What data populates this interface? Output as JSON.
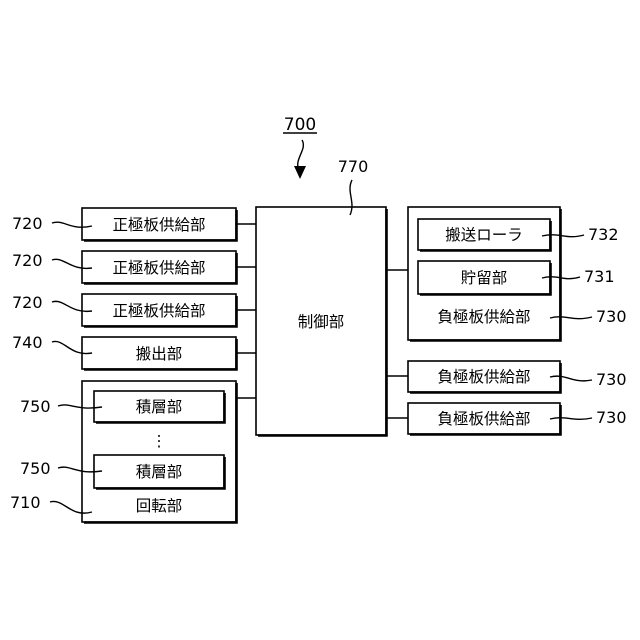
{
  "figure": {
    "ref": "700"
  },
  "control": {
    "label": "制御部",
    "ref": "770"
  },
  "cathode_supplies": [
    {
      "label": "正極板供給部",
      "ref": "720"
    },
    {
      "label": "正極板供給部",
      "ref": "720"
    },
    {
      "label": "正極板供給部",
      "ref": "720"
    }
  ],
  "unloading": {
    "label": "搬出部",
    "ref": "740"
  },
  "rotation": {
    "label": "回転部",
    "ref": "710",
    "ellipsis": "⋮",
    "stackers": [
      {
        "label": "積層部",
        "ref": "750"
      },
      {
        "label": "積層部",
        "ref": "750"
      }
    ]
  },
  "anode_supplies": [
    {
      "label": "負極板供給部",
      "ref": "730",
      "parts": [
        {
          "label": "搬送ローラ",
          "ref": "732"
        },
        {
          "label": "貯留部",
          "ref": "731"
        }
      ]
    },
    {
      "label": "負極板供給部",
      "ref": "730"
    },
    {
      "label": "負極板供給部",
      "ref": "730"
    }
  ]
}
